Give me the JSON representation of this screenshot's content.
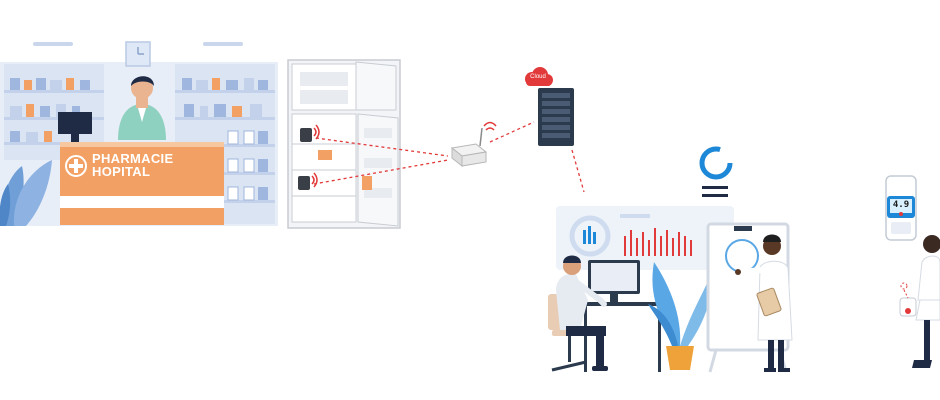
{
  "pharmacy": {
    "sign_line1": "PHARMACIE",
    "sign_line2": "HOPITAL"
  },
  "server": {
    "cloud_label": "Cloud"
  },
  "logger": {
    "display_value": "4.9"
  },
  "colors": {
    "pharmacy_blue": "#dfe8f6",
    "counter_orange": "#f3a065",
    "signal_red": "#e23a3a",
    "dashboard_blue": "#1e88d8",
    "navy": "#1f2a44",
    "server_dark": "#2b3a4d",
    "plant_blue": "#5aa7e6",
    "plant_pot": "#f0a23a"
  },
  "icons": [
    "cross-icon",
    "wifi-signal-icon",
    "cloud-icon",
    "ring-logo-icon"
  ]
}
